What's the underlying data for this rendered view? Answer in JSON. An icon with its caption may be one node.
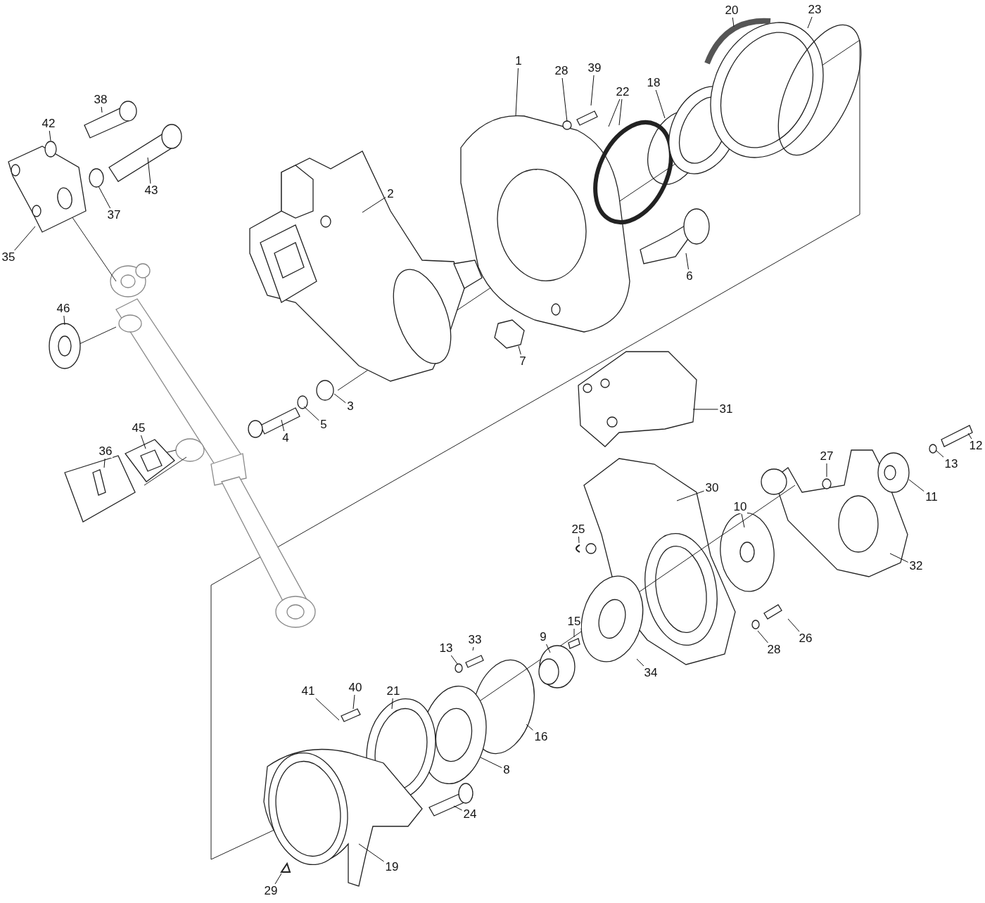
{
  "diagram": {
    "nodes": [
      {
        "text": [
          "23"
        ]
      },
      {
        "text": [
          "20"
        ]
      },
      {
        "text": [
          "1"
        ]
      },
      {
        "text": [
          "39"
        ]
      },
      {
        "text": [
          "28"
        ]
      },
      {
        "text": [
          "18"
        ]
      },
      {
        "text": [
          "22"
        ]
      },
      {
        "text": [
          "38"
        ]
      },
      {
        "text": [
          "42"
        ]
      },
      {
        "text": [
          "43"
        ]
      },
      {
        "text": [
          "2"
        ]
      },
      {
        "text": [
          "37"
        ]
      },
      {
        "text": [
          "35"
        ]
      },
      {
        "text": [
          "6"
        ]
      },
      {
        "text": [
          "46"
        ]
      },
      {
        "text": [
          "7"
        ]
      },
      {
        "text": [
          "3"
        ]
      },
      {
        "text": [
          "31"
        ]
      },
      {
        "text": [
          "5"
        ]
      },
      {
        "text": [
          "45"
        ]
      },
      {
        "text": [
          "4"
        ]
      },
      {
        "text": [
          "12"
        ]
      },
      {
        "text": [
          "36"
        ]
      },
      {
        "text": [
          "27"
        ]
      },
      {
        "text": [
          "13"
        ]
      },
      {
        "text": [
          "30"
        ]
      },
      {
        "text": [
          "11"
        ]
      },
      {
        "text": [
          "10"
        ]
      },
      {
        "text": [
          "25"
        ]
      },
      {
        "text": [
          "32"
        ]
      },
      {
        "text": [
          "15"
        ]
      },
      {
        "text": [
          "26"
        ]
      },
      {
        "text": [
          "9"
        ]
      },
      {
        "text": [
          "33"
        ]
      },
      {
        "text": [
          "28"
        ]
      },
      {
        "text": [
          "13"
        ]
      },
      {
        "text": [
          "34"
        ]
      },
      {
        "text": [
          "40"
        ]
      },
      {
        "text": [
          "41"
        ]
      },
      {
        "text": [
          "21"
        ]
      },
      {
        "text": [
          "16"
        ]
      },
      {
        "text": [
          "8"
        ]
      },
      {
        "text": [
          "24"
        ]
      },
      {
        "text": [
          "19"
        ]
      },
      {
        "text": [
          "29"
        ]
      }
    ],
    "edges": [
      {
        "from": 0,
        "to": null,
        "arrow": "none"
      },
      {
        "from": 1,
        "to": null,
        "arrow": "none"
      },
      {
        "from": 2,
        "to": null,
        "arrow": "none"
      },
      {
        "from": 3,
        "to": null,
        "arrow": "none"
      },
      {
        "from": 4,
        "to": null,
        "arrow": "none"
      },
      {
        "from": 5,
        "to": null,
        "arrow": "none"
      },
      {
        "from": 6,
        "to": null,
        "arrow": "none"
      },
      {
        "from": 7,
        "to": null,
        "arrow": "none"
      },
      {
        "from": 8,
        "to": null,
        "arrow": "none"
      },
      {
        "from": 9,
        "to": null,
        "arrow": "none"
      },
      {
        "from": 10,
        "to": null,
        "arrow": "none"
      },
      {
        "from": 11,
        "to": null,
        "arrow": "none"
      },
      {
        "from": 12,
        "to": null,
        "arrow": "none"
      },
      {
        "from": 13,
        "to": null,
        "arrow": "none"
      },
      {
        "from": 14,
        "to": null,
        "arrow": "none"
      },
      {
        "from": 15,
        "to": null,
        "arrow": "none"
      },
      {
        "from": 16,
        "to": null,
        "arrow": "none"
      },
      {
        "from": 17,
        "to": null,
        "arrow": "none"
      },
      {
        "from": 18,
        "to": null,
        "arrow": "none"
      },
      {
        "from": 19,
        "to": null,
        "arrow": "none"
      },
      {
        "from": 20,
        "to": null,
        "arrow": "none"
      },
      {
        "from": 21,
        "to": null,
        "arrow": "none"
      },
      {
        "from": 22,
        "to": null,
        "arrow": "none"
      },
      {
        "from": 23,
        "to": null,
        "arrow": "none"
      },
      {
        "from": 24,
        "to": null,
        "arrow": "none"
      },
      {
        "from": 25,
        "to": null,
        "arrow": "none"
      },
      {
        "from": 26,
        "to": null,
        "arrow": "none"
      },
      {
        "from": 27,
        "to": null,
        "arrow": "none"
      },
      {
        "from": 28,
        "to": null,
        "arrow": "none"
      },
      {
        "from": 29,
        "to": null,
        "arrow": "none"
      },
      {
        "from": 30,
        "to": null,
        "arrow": "none"
      },
      {
        "from": 31,
        "to": null,
        "arrow": "none"
      },
      {
        "from": 32,
        "to": null,
        "arrow": "none"
      },
      {
        "from": 33,
        "to": null,
        "arrow": "none"
      },
      {
        "from": 34,
        "to": null,
        "arrow": "none"
      },
      {
        "from": 35,
        "to": null,
        "arrow": "none"
      },
      {
        "from": 36,
        "to": null,
        "arrow": "none"
      },
      {
        "from": 37,
        "to": null,
        "arrow": "none"
      },
      {
        "from": 38,
        "to": null,
        "arrow": "none"
      },
      {
        "from": 39,
        "to": null,
        "arrow": "none"
      },
      {
        "from": 40,
        "to": null,
        "arrow": "none"
      },
      {
        "from": 41,
        "to": null,
        "arrow": "none"
      },
      {
        "from": 42,
        "to": null,
        "arrow": "none"
      },
      {
        "from": 43,
        "to": null,
        "arrow": "none"
      },
      {
        "from": 44,
        "to": null,
        "arrow": "none"
      },
      {
        "from": 6,
        "to": null,
        "arrow": "none"
      }
    ]
  }
}
